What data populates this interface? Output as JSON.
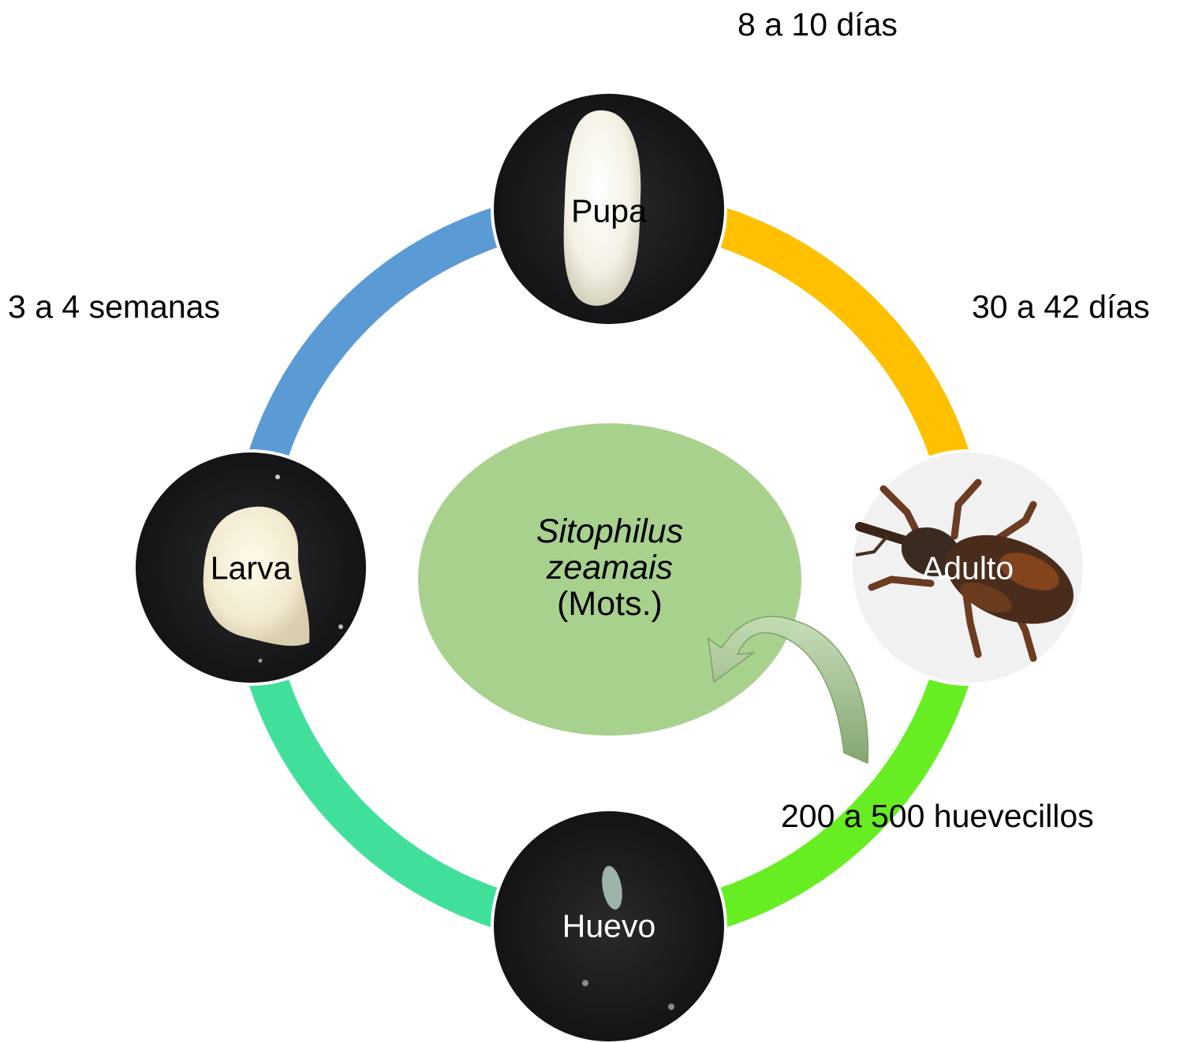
{
  "center": {
    "genus": "Sitophilus",
    "species": "zeamais",
    "authority": "(Mots.)"
  },
  "stages": {
    "pupa": "Pupa",
    "adulto": "Adulto",
    "huevo": "Huevo",
    "larva": "Larva"
  },
  "durations": {
    "top": "8 a 10 días",
    "left": "3 a 4 semanas",
    "right": "30 a 42 días",
    "bottom": "200 a 500 huevecillos"
  },
  "colors": {
    "arc_pupa_adulto": "#ffc000",
    "arc_adulto_huevo": "#66ee22",
    "arc_huevo_larva": "#40e09a",
    "arc_larva_pupa": "#5b9bd5",
    "center_circle": "#a9d18e",
    "curved_arrow": "#8aab79"
  }
}
